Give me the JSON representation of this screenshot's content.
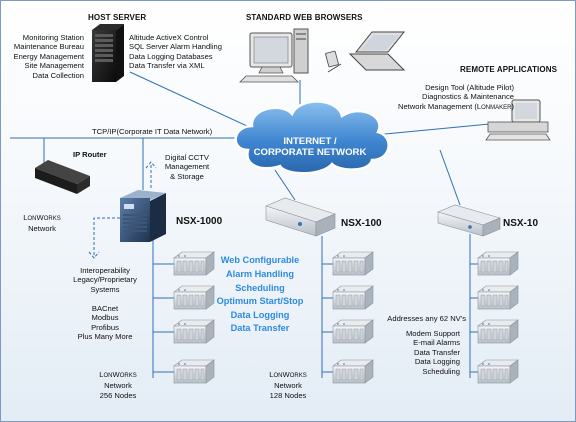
{
  "host_server": {
    "title": "HOST SERVER",
    "left_items": [
      "Monitoring Station",
      "Maintenance Bureau",
      "Energy Management",
      "Site Management",
      "Data Collection"
    ],
    "right_items": [
      "Altitude ActiveX Control",
      "SQL Server Alarm Handling",
      "Data Logging Databases",
      "Data Transfer via XML"
    ]
  },
  "web_browsers": {
    "title": "STANDARD WEB BROWSERS"
  },
  "remote_apps": {
    "title": "REMOTE APPLICATIONS",
    "items": [
      "Design Tool (Altitude Pilot)",
      "Diagnostics & Maintenance"
    ],
    "network_mgmt": "Network Management (L",
    "network_mgmt_sc": "ONMAKER",
    "network_mgmt_end": ")"
  },
  "network": {
    "tcpip_label": "TCP/IP(Corporate IT Data Network)",
    "cloud_line1": "INTERNET /",
    "cloud_line2": "CORPORATE NETWORK"
  },
  "ip_router": {
    "title": "IP Router",
    "net_L": "L",
    "net_sc": "ON",
    "net_W": "W",
    "net_sc2": "ORKS",
    "net_line2": "Network"
  },
  "cctv": {
    "lines": [
      "Digital CCTV",
      "Management",
      "& Storage"
    ]
  },
  "nsx1000": {
    "model": "NSX-1000",
    "interop": [
      "Interoperability",
      "Legacy/Proprietary",
      "Systems"
    ],
    "protocols": [
      "BACnet",
      "Modbus",
      "Profibus",
      "Plus Many More"
    ],
    "net_L": "L",
    "net_sc": "ON",
    "net_W": "W",
    "net_sc2": "ORKS",
    "net_lines": [
      "Network",
      "256 Nodes"
    ]
  },
  "nsx100": {
    "model": "NSX-100",
    "net_L": "L",
    "net_sc": "ON",
    "net_W": "W",
    "net_sc2": "ORKS",
    "net_lines": [
      "Network",
      "128 Nodes"
    ]
  },
  "nsx10": {
    "model": "NSX-10",
    "nv_text": "Addresses any 62 NV's",
    "features": [
      "Modem Support",
      "E-mail Alarms",
      "Data Transfer",
      "Data Logging",
      "Scheduling"
    ]
  },
  "features": [
    "Web Configurable",
    "Alarm Handling",
    "Scheduling",
    "Optimum Start/Stop",
    "Data Logging",
    "Data Transfer"
  ],
  "colors": {
    "feature_text": "#2d8be0",
    "cloud": "#4f93d6",
    "line": "#2f6fb8",
    "border": "#7a9cc4"
  }
}
